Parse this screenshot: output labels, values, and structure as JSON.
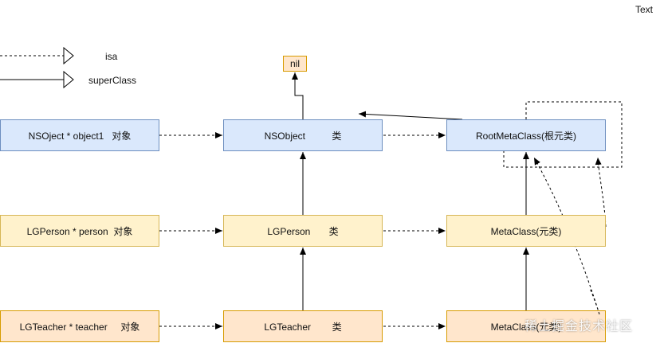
{
  "corner_text": "Text",
  "legend": {
    "isa_label": "isa",
    "superclass_label": "superClass"
  },
  "nodes": {
    "nil": "nil",
    "nsobject_instance": "NSOject * object1   对象",
    "nsobject_class": "NSObject          类",
    "root_metaclass": "RootMetaClass(根元类)",
    "lgperson_instance": "LGPerson * person  对象",
    "lgperson_class": "LGPerson       类",
    "lgperson_metaclass": "MetaClass(元类)",
    "lgteacher_instance": "LGTeacher * teacher     对象",
    "lgteacher_class": "LGTeacher        类",
    "lgteacher_metaclass": "MetaClass(元类)"
  },
  "watermark": "稀土掘金技术社区",
  "colors": {
    "blue_fill": "#dae8fc",
    "blue_border": "#6c8ebf",
    "yellow_fill": "#fff2cc",
    "yellow_border": "#d6b656",
    "orange_fill": "#ffe6cc",
    "orange_border": "#d79b00"
  }
}
